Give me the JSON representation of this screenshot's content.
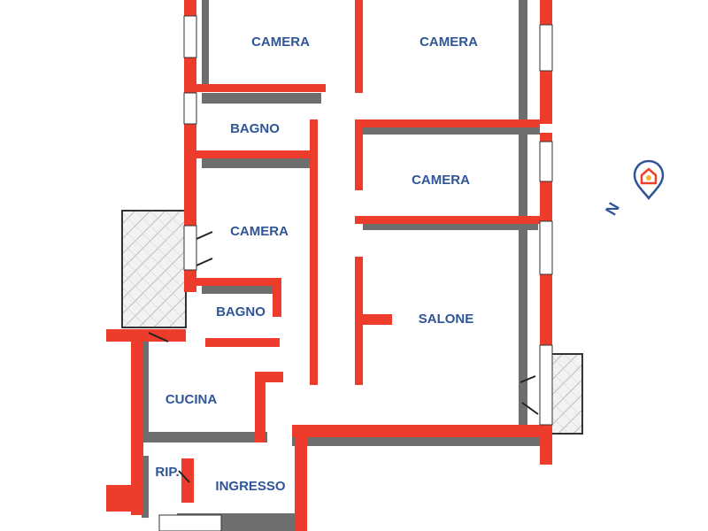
{
  "rooms": {
    "camera_top_left": "CAMERA",
    "camera_top_right": "CAMERA",
    "bagno_upper": "BAGNO",
    "camera_right_middle": "CAMERA",
    "camera_left_middle": "CAMERA",
    "bagno_lower": "BAGNO",
    "salone": "SALONE",
    "cucina": "CUCINA",
    "ripostiglio": "RIP.",
    "ingresso": "INGRESSO"
  },
  "compass": {
    "label": "N",
    "icon": "north-arrow-icon"
  },
  "colors": {
    "wall": "#ed3b2c",
    "label": "#2f5597",
    "shadow": "#6e6e6e",
    "compass_blue": "#2f5597",
    "compass_red": "#e8412c",
    "compass_yellow": "#f2b632"
  }
}
